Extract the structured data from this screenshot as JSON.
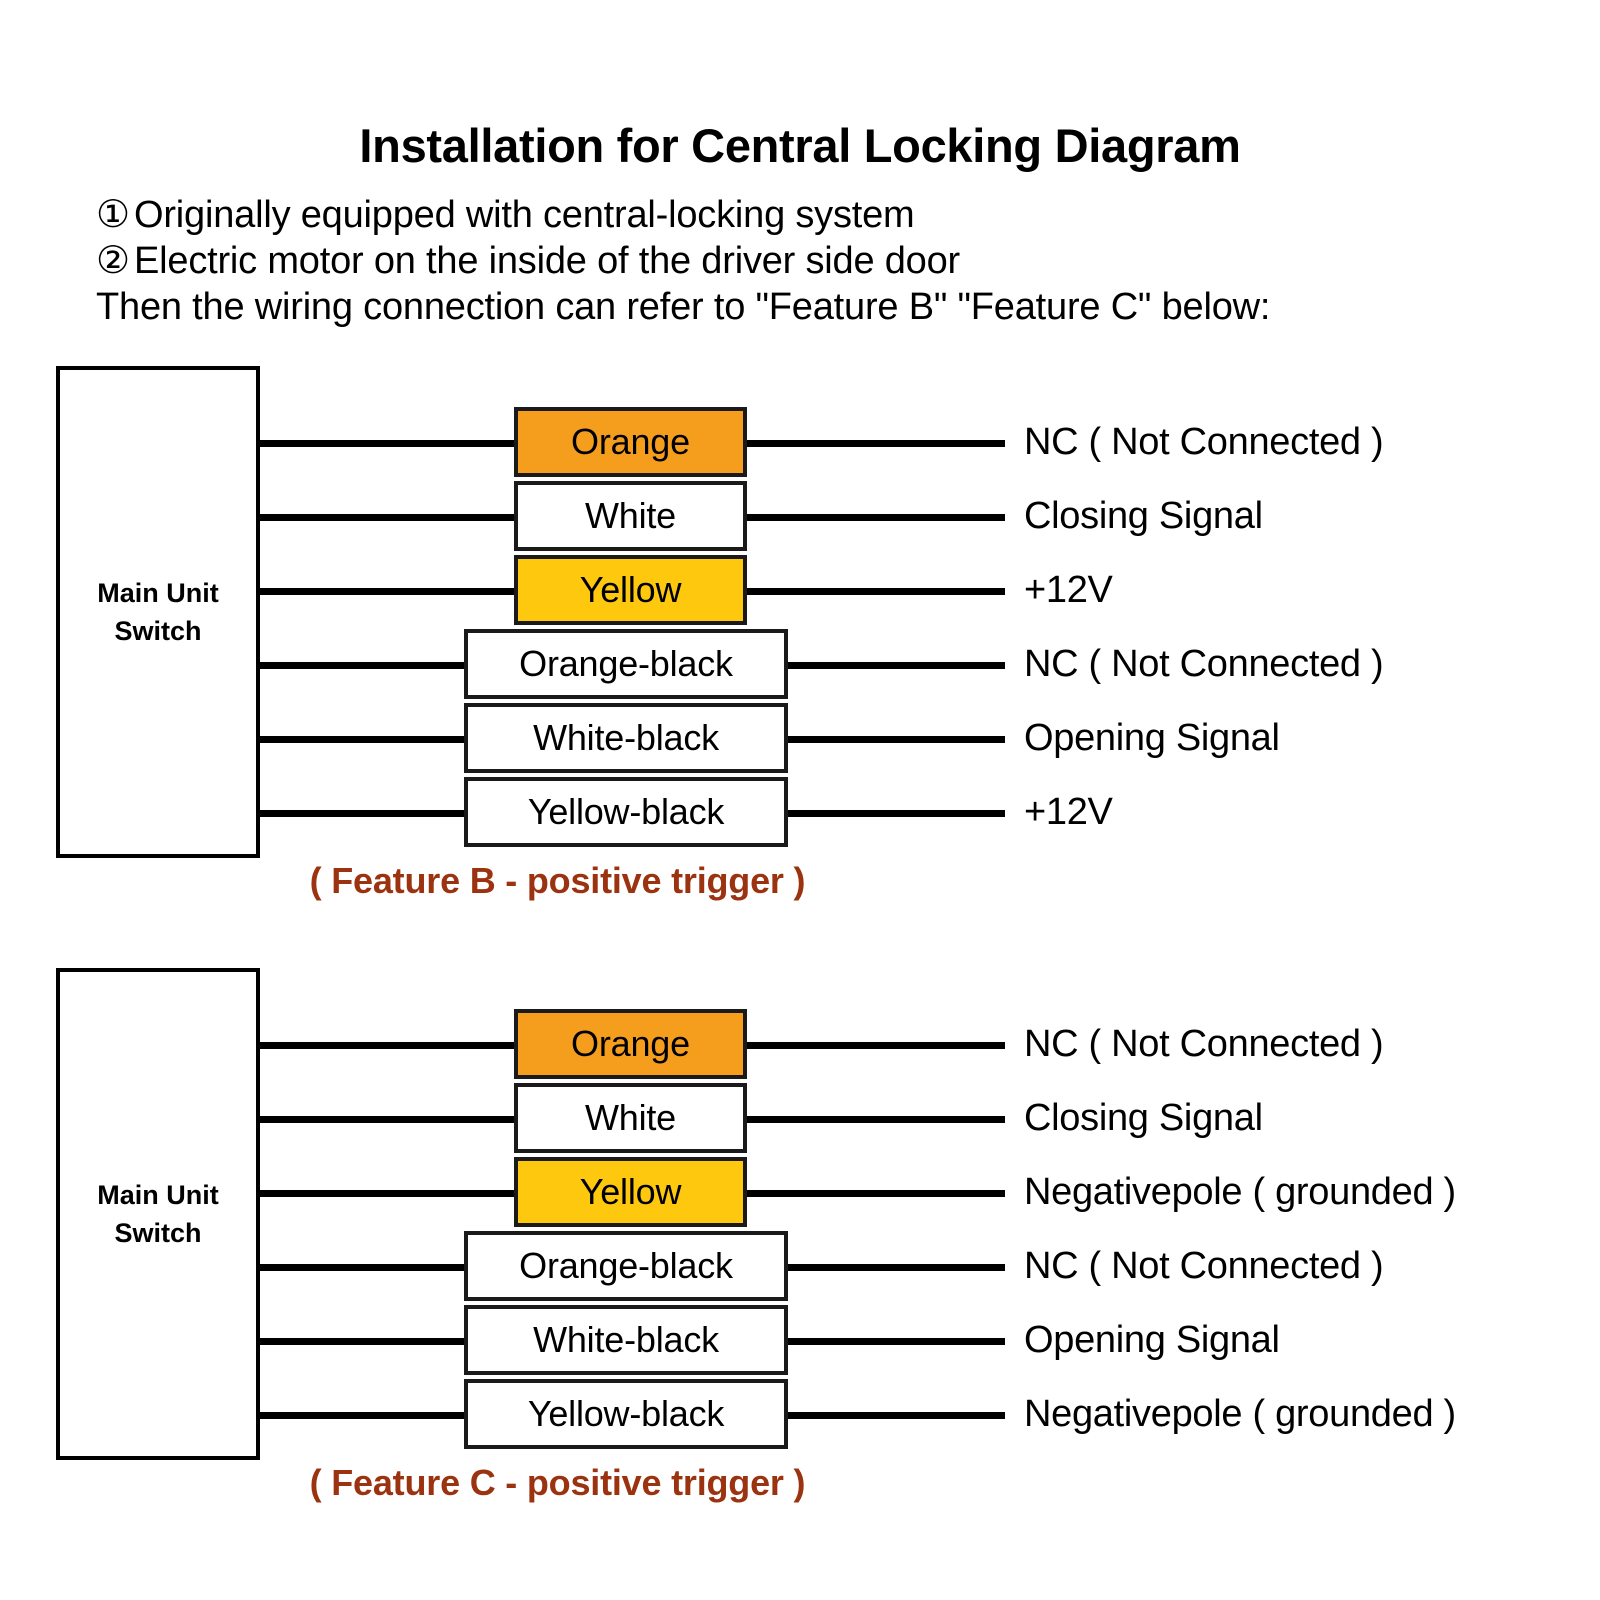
{
  "header": {
    "title": "Installation for Central Locking Diagram",
    "notes": [
      {
        "marker": "①",
        "text": "Originally equipped with central-locking system"
      },
      {
        "marker": "②",
        "text": "Electric motor on the inside of the driver side door"
      },
      {
        "marker": "",
        "text": "Then the wiring connection can refer to \"Feature B\" \"Feature C\" below:"
      }
    ]
  },
  "colors": {
    "orange": "#F59E1E",
    "yellow": "#FDC80D",
    "white": "#FFFFFF",
    "wire": "#000000",
    "caption": "#9C3310"
  },
  "blocks": [
    {
      "id": "feature-b",
      "unit_label": "Main Unit\nSwitch",
      "caption": "( Feature B - positive trigger )",
      "rows": [
        {
          "wire": "Orange",
          "swatch": "#F59E1E",
          "width": "narrow",
          "function": "NC ( Not Connected )"
        },
        {
          "wire": "White",
          "swatch": "#FFFFFF",
          "width": "narrow",
          "function": "Closing Signal"
        },
        {
          "wire": "Yellow",
          "swatch": "#FDC80D",
          "width": "narrow",
          "function": "+12V"
        },
        {
          "wire": "Orange-black",
          "swatch": "#FFFFFF",
          "width": "wide",
          "function": "NC ( Not Connected )"
        },
        {
          "wire": "White-black",
          "swatch": "#FFFFFF",
          "width": "wide",
          "function": "Opening Signal"
        },
        {
          "wire": "Yellow-black",
          "swatch": "#FFFFFF",
          "width": "wide",
          "function": "+12V"
        }
      ]
    },
    {
      "id": "feature-c",
      "unit_label": "Main Unit\nSwitch",
      "caption": "( Feature C - positive trigger )",
      "rows": [
        {
          "wire": "Orange",
          "swatch": "#F59E1E",
          "width": "narrow",
          "function": "NC ( Not Connected )"
        },
        {
          "wire": "White",
          "swatch": "#FFFFFF",
          "width": "narrow",
          "function": "Closing Signal"
        },
        {
          "wire": "Yellow",
          "swatch": "#FDC80D",
          "width": "narrow",
          "function": "Negativepole ( grounded )"
        },
        {
          "wire": "Orange-black",
          "swatch": "#FFFFFF",
          "width": "wide",
          "function": "NC ( Not Connected )"
        },
        {
          "wire": "White-black",
          "swatch": "#FFFFFF",
          "width": "wide",
          "function": "Opening Signal"
        },
        {
          "wire": "Yellow-black",
          "swatch": "#FFFFFF",
          "width": "wide",
          "function": "Negativepole ( grounded )"
        }
      ]
    }
  ]
}
